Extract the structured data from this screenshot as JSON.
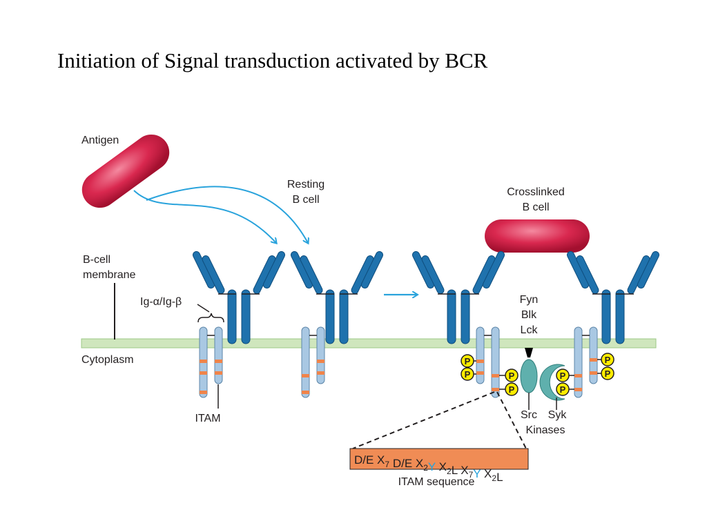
{
  "title": "Initiation of Signal transduction activated by BCR",
  "labels": {
    "antigen": "Antigen",
    "resting_line1": "Resting",
    "resting_line2": "B cell",
    "crosslinked_line1": "Crosslinked",
    "crosslinked_line2": "B cell",
    "membrane_line1": "B-cell",
    "membrane_line2": "membrane",
    "ig_alpha_beta": "Ig-α/Ig-β",
    "cytoplasm": "Cytoplasm",
    "itam": "ITAM",
    "fyn": "Fyn",
    "blk": "Blk",
    "lck": "Lck",
    "src": "Src",
    "syk": "Syk",
    "kinases": "Kinases",
    "itam_sequence_caption": "ITAM sequence",
    "phospho": "P"
  },
  "itam_sequence": {
    "parts": [
      {
        "text": "D/E X",
        "sub": "7",
        "highlight": false
      },
      {
        "text": " D/E X",
        "sub": "2",
        "highlight": false
      },
      {
        "text": "Y",
        "sub": "",
        "highlight": true
      },
      {
        "text": " X",
        "sub": "2",
        "highlight": false
      },
      {
        "text": "L X",
        "sub": "7",
        "highlight": false
      },
      {
        "text": "Y",
        "sub": "",
        "highlight": true
      },
      {
        "text": " X",
        "sub": "2",
        "highlight": false
      },
      {
        "text": "L",
        "sub": "",
        "highlight": false
      }
    ]
  },
  "colors": {
    "antibody": "#1f72ad",
    "antibody_dark": "#0f4d7d",
    "ig_chain": "#a9c8e3",
    "itam_mark": "#f0844a",
    "antigen": "#d0234a",
    "arrow": "#29a3dc",
    "membrane": "#cfe6bd",
    "phospho": "#ffec00",
    "kinase": "#5fb0ad",
    "sequence_box": "#f08c55",
    "tyrosine": "#2aa3dc"
  }
}
